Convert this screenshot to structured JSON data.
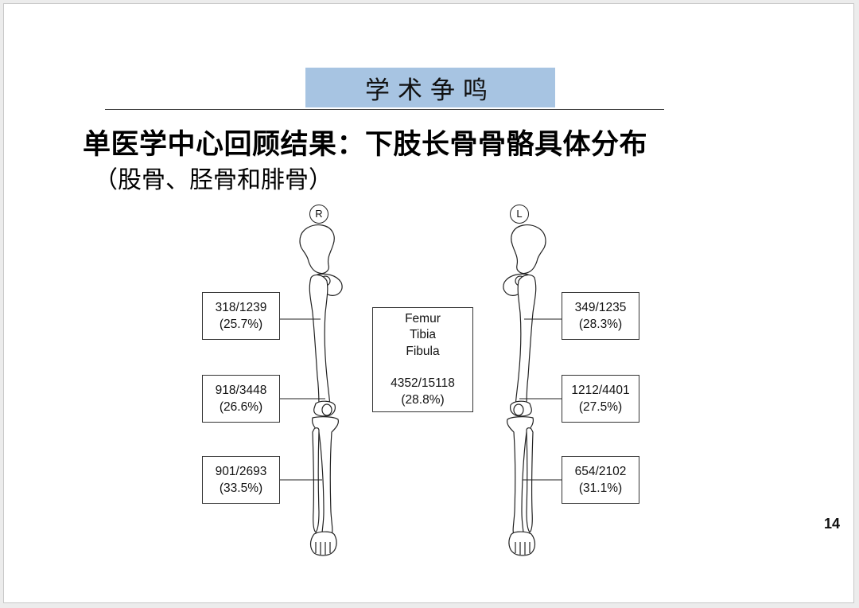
{
  "banner": {
    "text": "学术争鸣"
  },
  "title": "单医学中心回顾结果：下肢长骨骨骼具体分布",
  "subtitle": "（股骨、胫骨和腓骨）",
  "right_leg": {
    "side_label": "R",
    "femur": {
      "count": "318/1239",
      "percent": "(25.7%)"
    },
    "tibia": {
      "count": "918/3448",
      "percent": "(26.6%)"
    },
    "fibula": {
      "count": "901/2693",
      "percent": "(33.5%)"
    }
  },
  "left_leg": {
    "side_label": "L",
    "femur": {
      "count": "349/1235",
      "percent": "(28.3%)"
    },
    "tibia": {
      "count": "1212/4401",
      "percent": "(27.5%)"
    },
    "fibula": {
      "count": "654/2102",
      "percent": "(31.1%)"
    }
  },
  "total": {
    "bones": [
      "Femur",
      "Tibia",
      "Fibula"
    ],
    "count": "4352/15118",
    "percent": "(28.8%)"
  },
  "page_number": "14"
}
